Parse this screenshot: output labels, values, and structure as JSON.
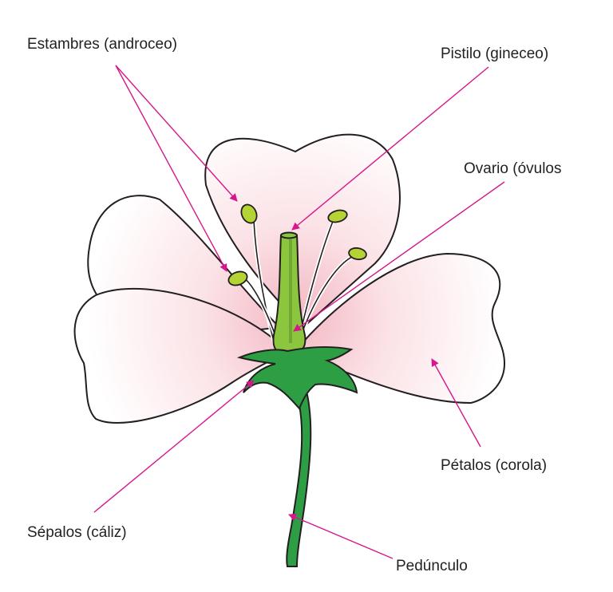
{
  "diagram": {
    "labels": {
      "estambres": "Estambres (androceo)",
      "pistilo": "Pistilo (gineceo)",
      "ovario": "Ovario (óvulos",
      "petalos": "Pétalos (corola)",
      "sepalos": "Sépalos (cáliz)",
      "pedunculo": "Pedúnculo"
    },
    "colors": {
      "arrow": "#d6178c",
      "petal_fill": "#f8d8dc",
      "petal_outline": "#231f20",
      "pistil": "#8cc63f",
      "anther": "#b5d334",
      "sepal": "#2e9e44",
      "stem": "#2e9e44"
    }
  }
}
